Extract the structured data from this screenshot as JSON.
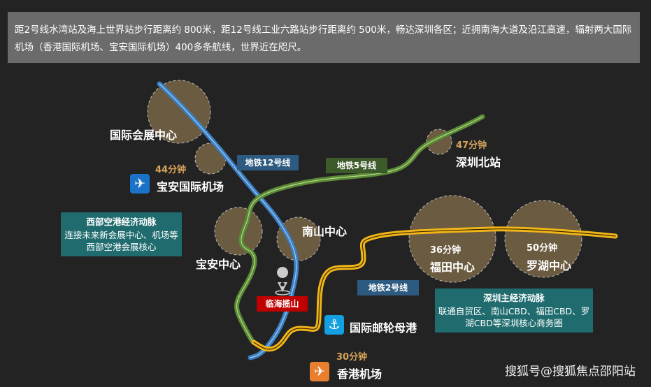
{
  "intro": "距2号线水湾站及海上世界站步行距离约 800米，距12号线工业六路站步行距离约 500米，畅达深圳各区；近拥南海大道及沿江高速，辐射两大国际机场（香港国际机场、宝安国际机场）400多条航线，世界近在咫尺。",
  "places": {
    "expo": "国际会展中心",
    "baoan_airport": "宝安国际机场",
    "baoan_center": "宝安中心",
    "nanshan": "南山中心",
    "futian": "福田中心",
    "luohu": "罗湖中心",
    "north": "深圳北站",
    "cruise": "国际邮轮母港",
    "hk_airport": "香港机场",
    "site": "临海揽山"
  },
  "times": {
    "baoan_airport": "44分钟",
    "north": "47分钟",
    "futian": "36分钟",
    "luohu": "50分钟",
    "hk_airport": "30分钟"
  },
  "lines": {
    "l12": "地铁12号线",
    "l5": "地铁5号线",
    "l2": "地铁2号线"
  },
  "west": {
    "title": "西部空港经济动脉",
    "text": "连接未来新会展中心、机场等西部空港会展核心"
  },
  "main": {
    "title": "深圳主经济动脉",
    "text": "联通自贸区、南山CBD、福田CBD、罗湖CBD等深圳核心商务圈"
  },
  "watermark": "搜狐号@搜狐焦点邵阳站",
  "colors": {
    "l12": "#3a7fc4",
    "l5": "#5a8a36",
    "l2": "#f2b619",
    "circle": "#6b5b40"
  }
}
